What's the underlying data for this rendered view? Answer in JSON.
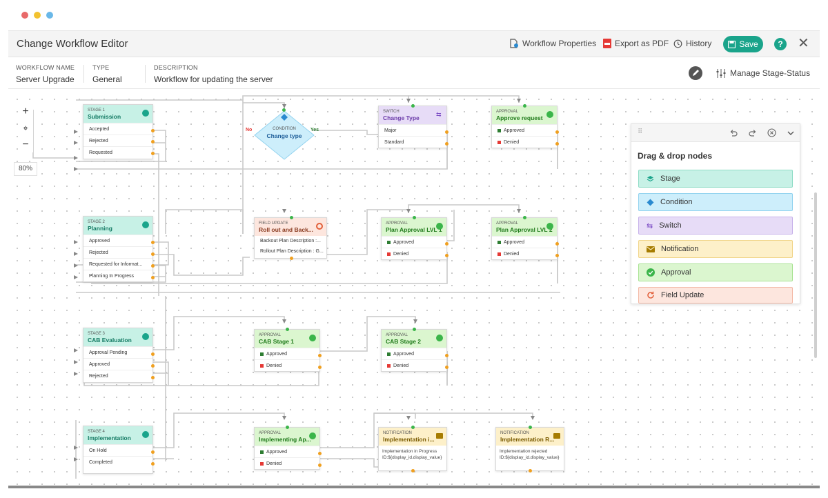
{
  "window": {
    "dot_colors": [
      "#e86a6a",
      "#f2c230",
      "#6ab8e8"
    ]
  },
  "header": {
    "title": "Change Workflow Editor",
    "workflow_properties": "Workflow Properties",
    "export_pdf": "Export as PDF",
    "history": "History",
    "save": "Save",
    "help": "?",
    "close": "✕"
  },
  "info": {
    "name_label": "WORKFLOW NAME",
    "name_value": "Server Upgrade",
    "type_label": "TYPE",
    "type_value": "General",
    "desc_label": "DESCRIPTION",
    "desc_value": "Workflow for updating the server",
    "manage": "Manage Stage-Status"
  },
  "canvas": {
    "zoom_in": "+",
    "zoom_out": "−",
    "recenter": "⌖",
    "zoom_level": "80%"
  },
  "nodes": {
    "submission": {
      "type": "STAGE 1",
      "name": "Submission",
      "rows": [
        "Accepted",
        "Rejected",
        "Requested"
      ]
    },
    "condition": {
      "type": "CONDITION",
      "name": "Change type",
      "no": "No",
      "yes": "Yes"
    },
    "switch": {
      "type": "SWITCH",
      "name": "Change Type",
      "rows": [
        "Major",
        "Standard"
      ]
    },
    "approve_request": {
      "type": "APPROVAL",
      "name": "Approve request",
      "rows": [
        "Approved",
        "Denied"
      ]
    },
    "planning": {
      "type": "STAGE 2",
      "name": "Planning",
      "rows": [
        "Approved",
        "Rejected",
        "Requested for Informat...",
        "Planning In Progress"
      ]
    },
    "rollout": {
      "type": "FIELD UPDATE",
      "name": "Roll out and Back...",
      "rows": [
        "Backout Plan Description :...",
        "Rollout Plan Description : G..."
      ]
    },
    "plan_lvl1": {
      "type": "APPROVAL",
      "name": "Plan Approval LVL 1",
      "rows": [
        "Approved",
        "Denied"
      ]
    },
    "plan_lvl2": {
      "type": "APPROVAL",
      "name": "Plan Approval LVL 2",
      "rows": [
        "Approved",
        "Denied"
      ]
    },
    "cab_eval": {
      "type": "STAGE 3",
      "name": "CAB Evaluation",
      "rows": [
        "Approval Pending",
        "Approved",
        "Rejected"
      ]
    },
    "cab1": {
      "type": "APPROVAL",
      "name": "CAB Stage 1",
      "rows": [
        "Approved",
        "Denied"
      ]
    },
    "cab2": {
      "type": "APPROVAL",
      "name": "CAB Stage 2",
      "rows": [
        "Approved",
        "Denied"
      ]
    },
    "implementation": {
      "type": "STAGE 4",
      "name": "Implementation",
      "rows": [
        "On Hold",
        "Completed"
      ]
    },
    "impl_approval": {
      "type": "APPROVAL",
      "name": "Implementing Ap...",
      "rows": [
        "Approved",
        "Denied"
      ]
    },
    "notif1": {
      "type": "NOTIFICATION",
      "name": "Implementation i...",
      "body": "Implementation in Progress ID:${display_id.display_value}"
    },
    "notif2": {
      "type": "NOTIFICATION",
      "name": "Implementation R...",
      "body": "Implementation rejected ID:${display_id.display_value}"
    }
  },
  "palette": {
    "title": "Drag & drop nodes",
    "items": [
      {
        "label": "Stage",
        "icon": "stage-icon",
        "bg": "#c7f1e6",
        "border": "#8fdcc6",
        "color": "#1aa48b"
      },
      {
        "label": "Condition",
        "icon": "condition-icon",
        "bg": "#cdeefb",
        "border": "#93d3ef",
        "color": "#2a8ad0"
      },
      {
        "label": "Switch",
        "icon": "switch-icon",
        "bg": "#e7dcf7",
        "border": "#c7b2ea",
        "color": "#7b4bc4"
      },
      {
        "label": "Notification",
        "icon": "mail-icon",
        "bg": "#fdf0c9",
        "border": "#f1d58a",
        "color": "#a67c00"
      },
      {
        "label": "Approval",
        "icon": "check-icon",
        "bg": "#dbf6cf",
        "border": "#a9e393",
        "color": "#3bb54a"
      },
      {
        "label": "Field Update",
        "icon": "refresh-icon",
        "bg": "#fde6de",
        "border": "#f3b9a6",
        "color": "#e2603a"
      }
    ]
  },
  "colors": {
    "accent": "#1aa48b",
    "approved": "#2e7d32",
    "denied": "#e53935",
    "port": "#f0a020"
  }
}
